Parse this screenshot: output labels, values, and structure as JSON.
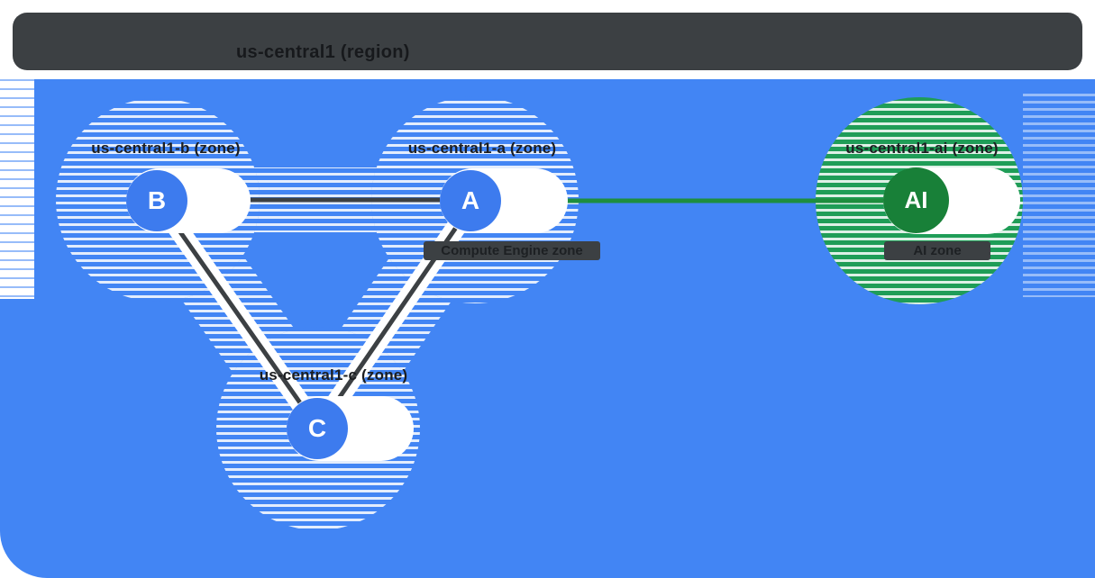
{
  "header": {
    "title": "us-central1 (region)"
  },
  "zones": [
    {
      "id": "b",
      "label": "us-central1-b (zone)",
      "letter": "B"
    },
    {
      "id": "a",
      "label": "us-central1-a (zone)",
      "letter": "A",
      "sublabel": "Compute Engine zone"
    },
    {
      "id": "c",
      "label": "us-central1-c (zone)",
      "letter": "C"
    },
    {
      "id": "ai",
      "label": "us-central1-ai (zone)",
      "letter": "AI",
      "sublabel": "AI zone"
    }
  ],
  "connections": [
    {
      "from": "B",
      "to": "A",
      "color": "#3C4043"
    },
    {
      "from": "B",
      "to": "C",
      "color": "#3C4043"
    },
    {
      "from": "A",
      "to": "C",
      "color": "#3C4043"
    },
    {
      "from": "A",
      "to": "AI",
      "color": "#1E8E3E"
    }
  ],
  "colors": {
    "header_bg": "#3C4043",
    "canvas_blue": "#4285F4",
    "zone_badge_blue": "#3D7BEE",
    "ai_badge_green": "#188038",
    "ai_circle_green": "#1F9D57",
    "link_dark": "#3C4043",
    "link_green": "#1E8E3E"
  }
}
